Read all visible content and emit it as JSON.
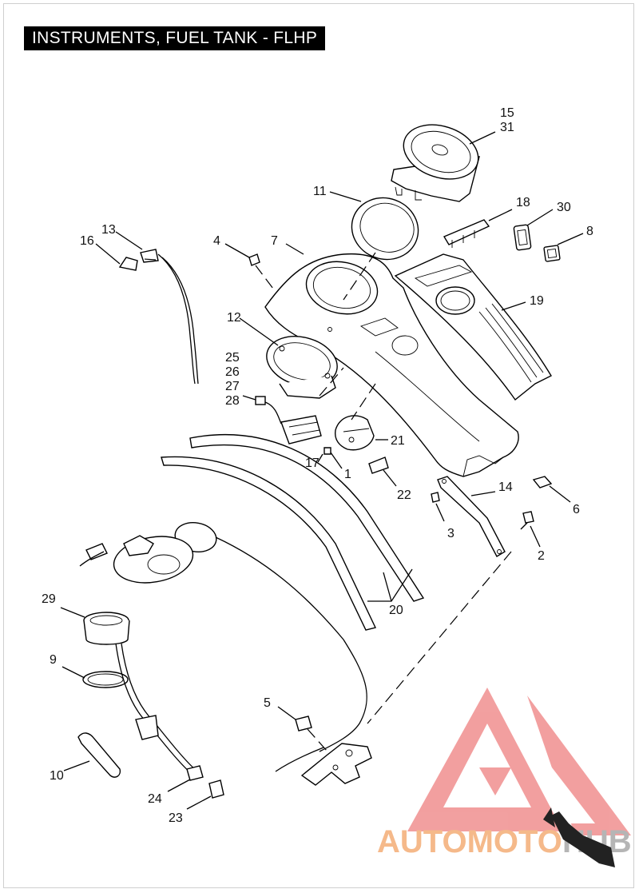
{
  "title": "INSTRUMENTS, FUEL TANK - FLHP",
  "callouts": {
    "c1": "1",
    "c2": "2",
    "c3": "3",
    "c4": "4",
    "c5": "5",
    "c6": "6",
    "c7": "7",
    "c8": "8",
    "c9": "9",
    "c10": "10",
    "c11": "11",
    "c12": "12",
    "c13": "13",
    "c14": "14",
    "c15": "15",
    "c16": "16",
    "c17": "17",
    "c18": "18",
    "c19": "19",
    "c20": "20",
    "c21": "21",
    "c22": "22",
    "c23": "23",
    "c24": "24",
    "c25": "25",
    "c26": "26",
    "c27": "27",
    "c28": "28",
    "c29": "29",
    "c30": "30",
    "c31": "31"
  },
  "watermark": {
    "text_a": "AUTOMOTO",
    "text_b": "HUB",
    "color_primary": "#f08f8f",
    "color_text": "#f5b98a"
  }
}
